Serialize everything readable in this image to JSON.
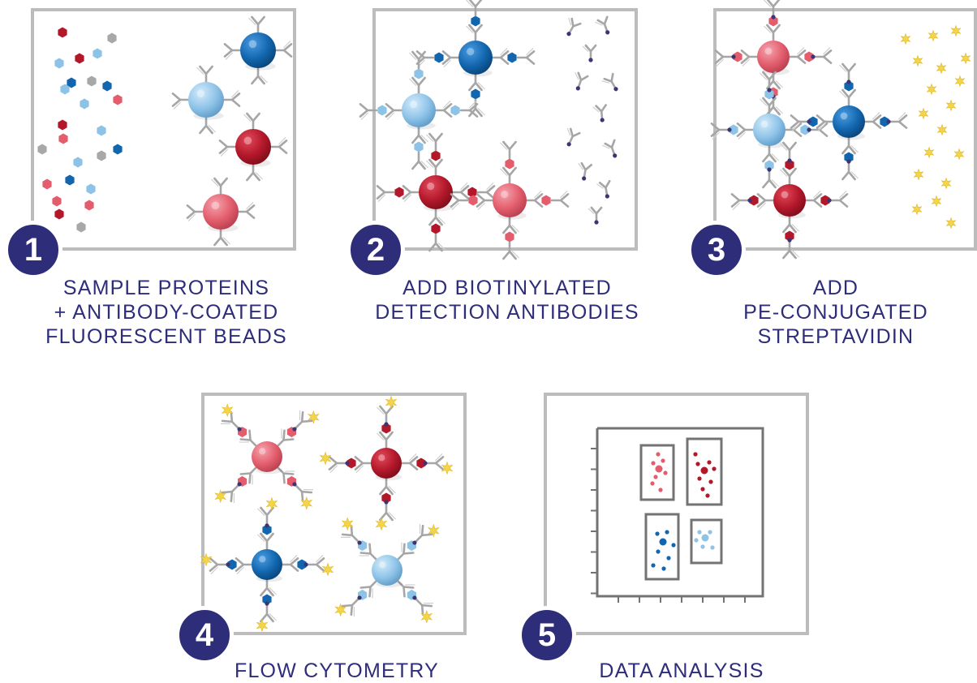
{
  "colors": {
    "navy": "#2e2d7a",
    "panel_border": "#bcbcbc",
    "bead_dark_red": "#b3182a",
    "bead_light_red": "#e35d6d",
    "bead_dark_blue": "#1266ae",
    "bead_light_blue": "#8ec3e8",
    "antibody_gray": "#a6a6a6",
    "biotin_dot": "#3c3573",
    "pe_star": "#f4d54a",
    "unbound_protein_gray": "#a8a8a8"
  },
  "steps": [
    {
      "number": "1",
      "caption": [
        "SAMPLE PROTEINS",
        "+ ANTIBODY-COATED",
        "FLUORESCENT BEADS"
      ]
    },
    {
      "number": "2",
      "caption": [
        "ADD BIOTINYLATED",
        "DETECTION ANTIBODIES"
      ]
    },
    {
      "number": "3",
      "caption": [
        "ADD",
        "PE-CONJUGATED",
        "STREPTAVIDIN"
      ]
    },
    {
      "number": "4",
      "caption": [
        "FLOW CYTOMETRY"
      ]
    },
    {
      "number": "5",
      "caption": [
        "DATA ANALYSIS"
      ]
    }
  ]
}
